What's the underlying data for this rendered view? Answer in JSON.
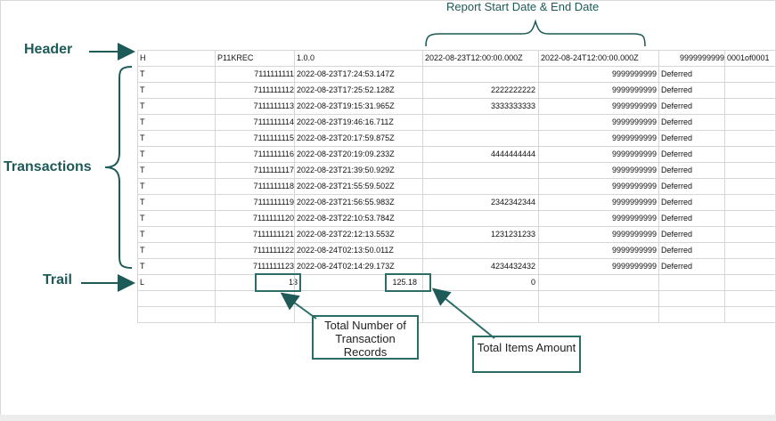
{
  "labels": {
    "header": "Header",
    "transactions": "Transactions",
    "trail": "Trail",
    "report_dates": "Report Start Date & End Date",
    "total_records": "Total Number of Transaction Records",
    "total_amount": "Total Items Amount"
  },
  "header_row": {
    "type": "H",
    "code": "P11KREC",
    "version": "1.0.0",
    "start_date": "2022-08-23T12:00:00.000Z",
    "end_date": "2022-08-24T12:00:00.000Z",
    "id": "9999999999",
    "part": "0001of0001"
  },
  "transactions": [
    {
      "type": "T",
      "txn": "7111111111",
      "ts": "2022-08-23T17:24:53.147Z",
      "ref": "",
      "acct": "9999999999",
      "status": "Deferred"
    },
    {
      "type": "T",
      "txn": "7111111112",
      "ts": "2022-08-23T17:25:52.128Z",
      "ref": "2222222222",
      "acct": "9999999999",
      "status": "Deferred"
    },
    {
      "type": "T",
      "txn": "7111111113",
      "ts": "2022-08-23T19:15:31.965Z",
      "ref": "3333333333",
      "acct": "9999999999",
      "status": "Deferred"
    },
    {
      "type": "T",
      "txn": "7111111114",
      "ts": "2022-08-23T19:46:16.711Z",
      "ref": "",
      "acct": "9999999999",
      "status": "Deferred"
    },
    {
      "type": "T",
      "txn": "7111111115",
      "ts": "2022-08-23T20:17:59.875Z",
      "ref": "",
      "acct": "9999999999",
      "status": "Deferred"
    },
    {
      "type": "T",
      "txn": "7111111116",
      "ts": "2022-08-23T20:19:09.233Z",
      "ref": "4444444444",
      "acct": "9999999999",
      "status": "Deferred"
    },
    {
      "type": "T",
      "txn": "7111111117",
      "ts": "2022-08-23T21:39:50.929Z",
      "ref": "",
      "acct": "9999999999",
      "status": "Deferred"
    },
    {
      "type": "T",
      "txn": "7111111118",
      "ts": "2022-08-23T21:55:59.502Z",
      "ref": "",
      "acct": "9999999999",
      "status": "Deferred"
    },
    {
      "type": "T",
      "txn": "7111111119",
      "ts": "2022-08-23T21:56:55.983Z",
      "ref": "2342342344",
      "acct": "9999999999",
      "status": "Deferred"
    },
    {
      "type": "T",
      "txn": "7111111120",
      "ts": "2022-08-23T22:10:53.784Z",
      "ref": "",
      "acct": "9999999999",
      "status": "Deferred"
    },
    {
      "type": "T",
      "txn": "7111111121",
      "ts": "2022-08-23T22:12:13.553Z",
      "ref": "1231231233",
      "acct": "9999999999",
      "status": "Deferred"
    },
    {
      "type": "T",
      "txn": "7111111122",
      "ts": "2022-08-24T02:13:50.011Z",
      "ref": "",
      "acct": "9999999999",
      "status": "Deferred"
    },
    {
      "type": "T",
      "txn": "7111111123",
      "ts": "2022-08-24T02:14:29.173Z",
      "ref": "4234432432",
      "acct": "9999999999",
      "status": "Deferred"
    }
  ],
  "trail_row": {
    "type": "L",
    "count": "13",
    "amount": "125.18",
    "zero": "0"
  },
  "colors": {
    "accent": "#2b6d66",
    "label": "#1e5a57",
    "grid": "#d6d6d6"
  }
}
